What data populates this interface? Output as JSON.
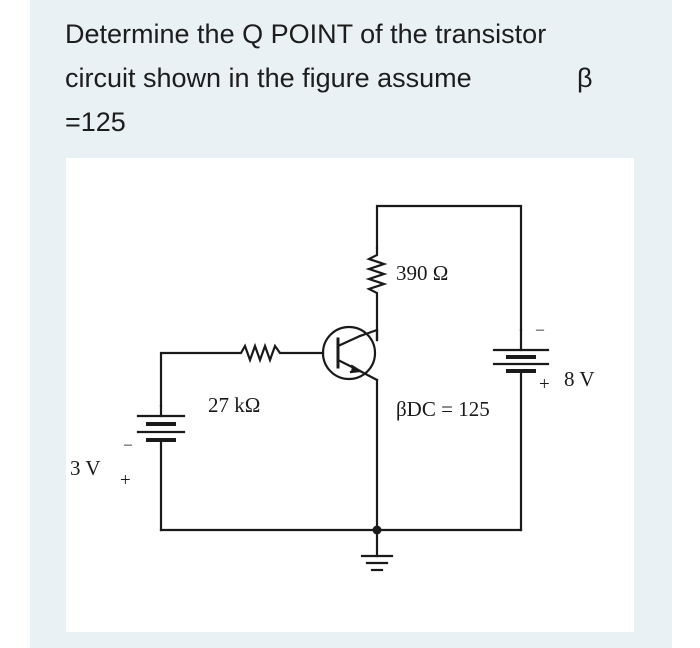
{
  "question": {
    "line1": "Determine  the Q POINT  of the transistor",
    "line2": "circuit shown in the figure assume",
    "beta_symbol": "β",
    "line3": "=125"
  },
  "circuit": {
    "rc_label": "390 Ω",
    "rb_label": "27 kΩ",
    "beta_label": "βDC = 125",
    "vbb_label": "3 V",
    "vcc_label": "8 V",
    "plus_sign": "+",
    "minus_sign": "–"
  }
}
